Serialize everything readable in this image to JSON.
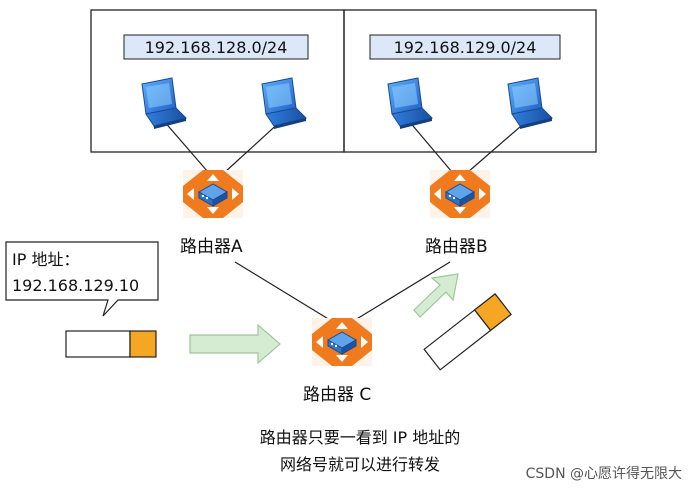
{
  "networks": [
    {
      "label": "192.168.128.0/24"
    },
    {
      "label": "192.168.129.0/24"
    }
  ],
  "routers": {
    "a": "路由器A",
    "b": "路由器B",
    "c": "路由器 C"
  },
  "callout": {
    "line1": "IP 地址：",
    "line2": "192.168.129.10"
  },
  "caption": {
    "line1": "路由器只要一看到 IP 地址的",
    "line2": "网络号就可以进行转发"
  },
  "watermark": "CSDN @心愿许得无限大",
  "colors": {
    "router_orange": "#f07a1e",
    "router_body": "#2a73c8",
    "label_bg": "#dce8f7",
    "arrow_green": "#d6ecd2",
    "arrow_stroke": "#9cc79a",
    "packet_tail": "#f5a623"
  }
}
